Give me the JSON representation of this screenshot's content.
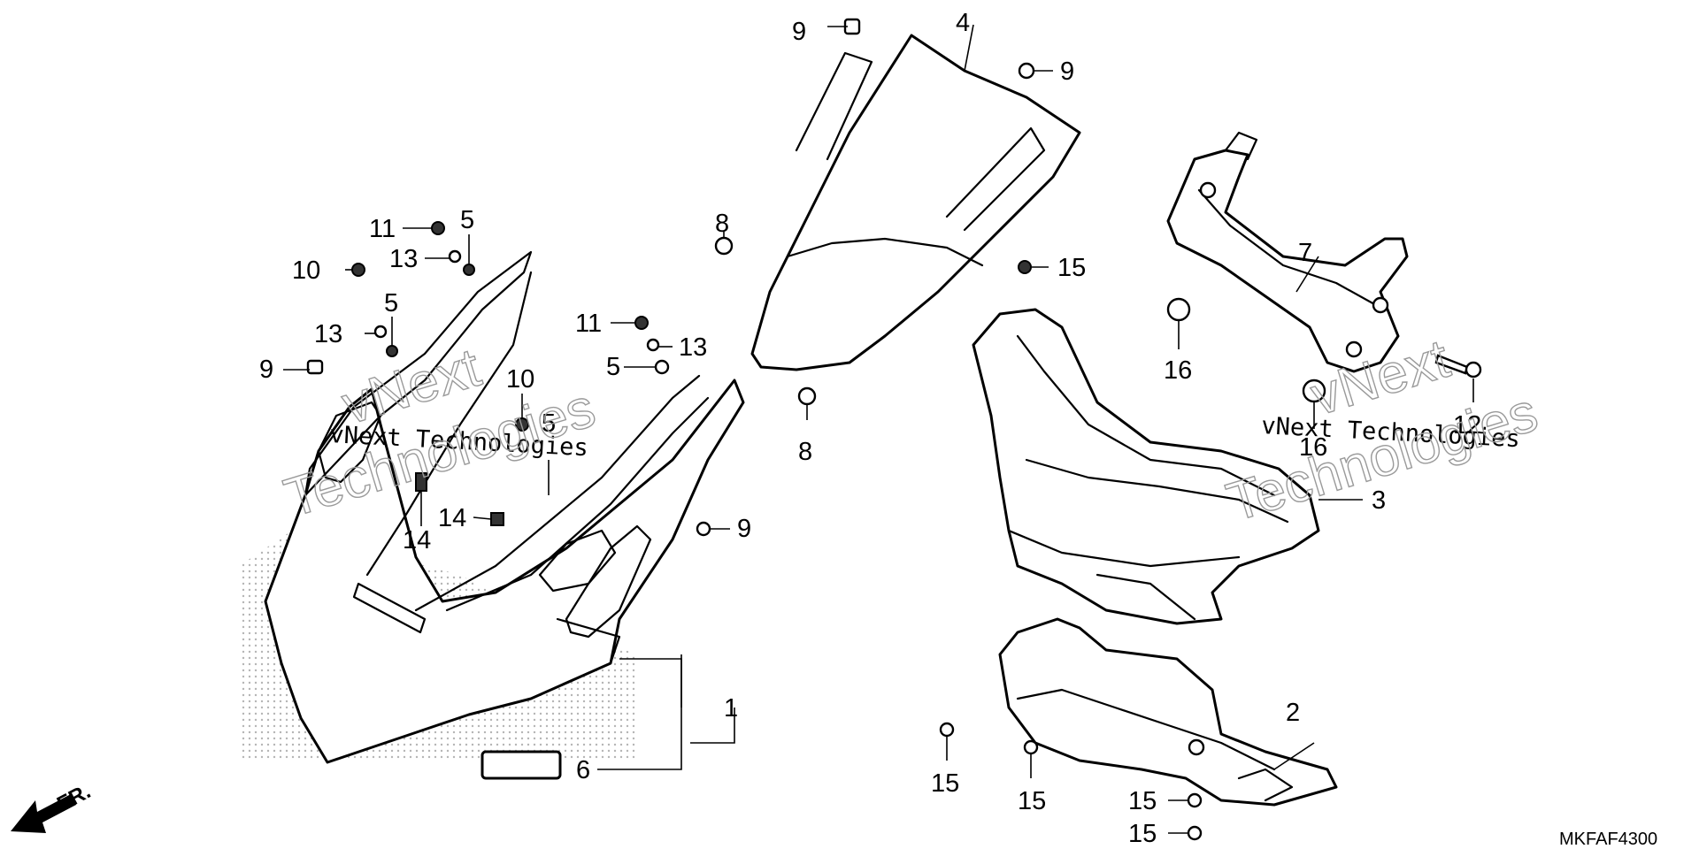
{
  "callouts": {
    "c1": "1",
    "c2": "2",
    "c3": "3",
    "c4": "4",
    "c5a": "5",
    "c5b": "5",
    "c5c": "5",
    "c5d": "5",
    "c6": "6",
    "c7": "7",
    "c8a": "8",
    "c8b": "8",
    "c9a": "9",
    "c9b": "9",
    "c9c": "9",
    "c9d": "9",
    "c10a": "10",
    "c10b": "10",
    "c11a": "11",
    "c11b": "11",
    "c12": "12",
    "c13a": "13",
    "c13b": "13",
    "c13c": "13",
    "c14a": "14",
    "c14b": "14",
    "c15a": "15",
    "c15b": "15",
    "c15c": "15",
    "c15d": "15",
    "c15e": "15",
    "c16a": "16",
    "c16b": "16"
  },
  "direction_label": "FR.",
  "diagram_code": "MKFAF4300",
  "watermark": {
    "line": "vNext Technologies",
    "word1": "vNext",
    "word2": "Technologies"
  },
  "colors": {
    "line": "#000000",
    "stipple": "#b5b5b5",
    "watermark": "#9a9a9a"
  }
}
